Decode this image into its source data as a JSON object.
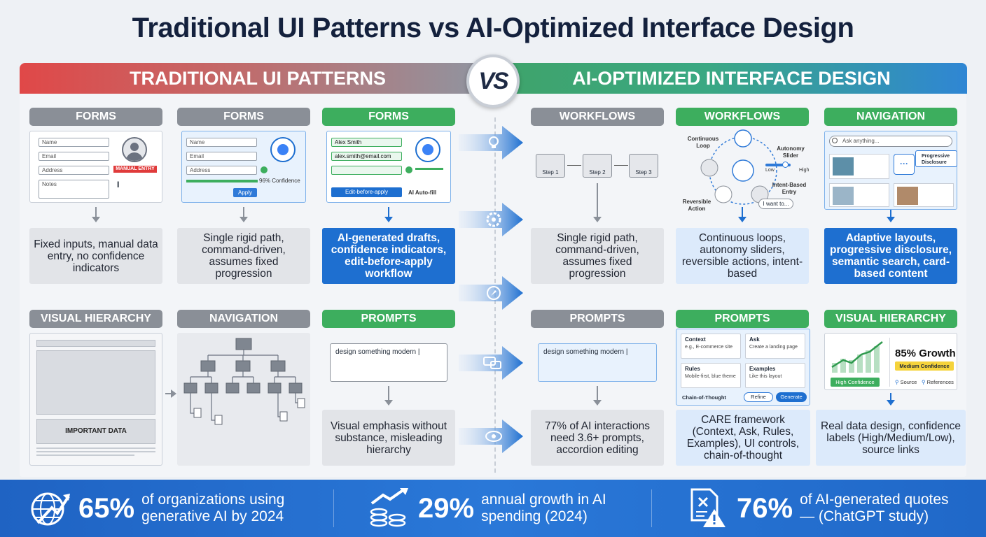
{
  "title": "Traditional UI Patterns vs AI-Optimized Interface Design",
  "banners": {
    "left": "TRADITIONAL UI PATTERNS",
    "vs": "VS",
    "right": "AI-OPTIMIZED INTERFACE DESIGN"
  },
  "traditional": {
    "forms1": {
      "header": "FORMS",
      "fields": [
        "Name",
        "Email",
        "Address",
        "Notes"
      ],
      "badge": "MANUAL ENTRY",
      "desc": "Fixed inputs, manual data entry, no confidence indicators"
    },
    "forms2": {
      "header": "FORMS",
      "fields": [
        "Name",
        "Email",
        "Address"
      ],
      "confidence": "96% Confidence",
      "apply": "Apply",
      "desc": "Single rigid path, command-driven, assumes fixed progression"
    },
    "forms3": {
      "header": "FORMS",
      "fields": [
        "Alex Smith",
        "alex.smith@email.com",
        ""
      ],
      "edit_button": "Edit-before-apply",
      "autofill": "AI Auto-fill",
      "desc": "AI-generated drafts, confidence indicators, edit-before-apply workflow"
    },
    "visual_hierarchy": {
      "header": "VISUAL HIERARCHY",
      "important": "IMPORTANT DATA"
    },
    "navigation": {
      "header": "NAVIGATION"
    },
    "prompts": {
      "header": "PROMPTS",
      "input": "design something modern",
      "desc": "Visual emphasis without substance, misleading hierarchy"
    }
  },
  "ai": {
    "workflows1": {
      "header": "WORKFLOWS",
      "steps": [
        "Step 1",
        "Step 2",
        "Step 3"
      ],
      "desc": "Single rigid path, command-driven, assumes fixed progression"
    },
    "workflows2": {
      "header": "WORKFLOWS",
      "continuous_loop": "Continuous Loop",
      "autonomy_slider": "Autonomy Slider",
      "low": "Low",
      "high": "High",
      "intent_entry": "Intent-Based Entry",
      "intent_bubble": "I want to...",
      "reversible": "Reversible Action",
      "desc": "Continuous loops, autonomy sliders, reversible actions, intent-based"
    },
    "navigation": {
      "header": "NAVIGATION",
      "search": "Ask anything...",
      "progressive": "Progressive Disclosure",
      "desc": "Adaptive layouts, progressive disclosure, semantic search, card-based content"
    },
    "prompts1": {
      "header": "PROMPTS",
      "input": "design something modern",
      "desc": "77% of AI interactions need 3.6+ prompts, accordion editing"
    },
    "prompts2": {
      "header": "PROMPTS",
      "context_title": "Context",
      "context_text": "e.g., E-commerce site",
      "ask_title": "Ask",
      "ask_text": "Create a landing page",
      "rules_title": "Rules",
      "rules_text": "Mobile-first, blue theme",
      "examples_title": "Examples",
      "examples_text": "Like this layout",
      "cot": "Chain-of-Thought",
      "refine": "Refine",
      "generate": "Generate",
      "desc": "CARE framework (Context, Ask, Rules, Examples), UI controls, chain-of-thought"
    },
    "visual_hierarchy": {
      "header": "VISUAL HIERARCHY",
      "growth": "85% Growth",
      "medium": "Medium Confidence",
      "high": "High Confidence",
      "source": "Source",
      "references": "References",
      "desc": "Real data design, confidence labels (High/Medium/Low), source links"
    }
  },
  "stats": [
    {
      "value": "65%",
      "text_line1": "of organizations using",
      "text_line2": "generative AI by 2024",
      "icon": "globe-growth-icon"
    },
    {
      "value": "29%",
      "text_line1": "annual growth in AI",
      "text_line2": "spending (2024)",
      "icon": "coins-growth-icon"
    },
    {
      "value": "76%",
      "text_line1": "of AI-generated quotes",
      "text_line2": "— (ChatGPT study)",
      "icon": "document-warning-icon"
    }
  ],
  "colors": {
    "navy": "#14213d",
    "gray": "#8a8f97",
    "green": "#3dae5e",
    "blue": "#1e6fd0",
    "red": "#e04848"
  }
}
